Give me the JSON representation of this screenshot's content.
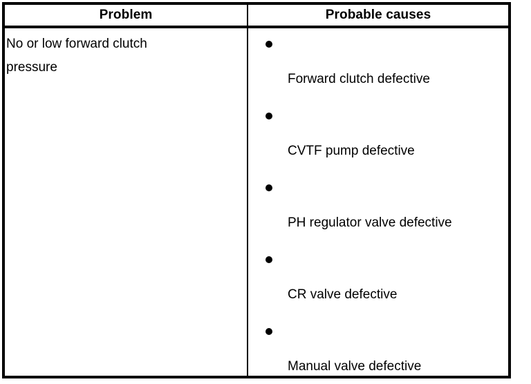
{
  "table": {
    "headers": {
      "problem": "Problem",
      "causes": "Probable causes"
    },
    "rows": [
      {
        "problem": "No or low forward clutch\npressure",
        "causes": [
          "Forward clutch defective",
          "CVTF pump defective",
          "PH regulator valve defective",
          "CR valve defective",
          "Manual valve defective"
        ]
      }
    ],
    "bullet_glyph": "filled-circle",
    "colors": {
      "border": "#000000",
      "text": "#000000",
      "background": "#ffffff"
    }
  }
}
